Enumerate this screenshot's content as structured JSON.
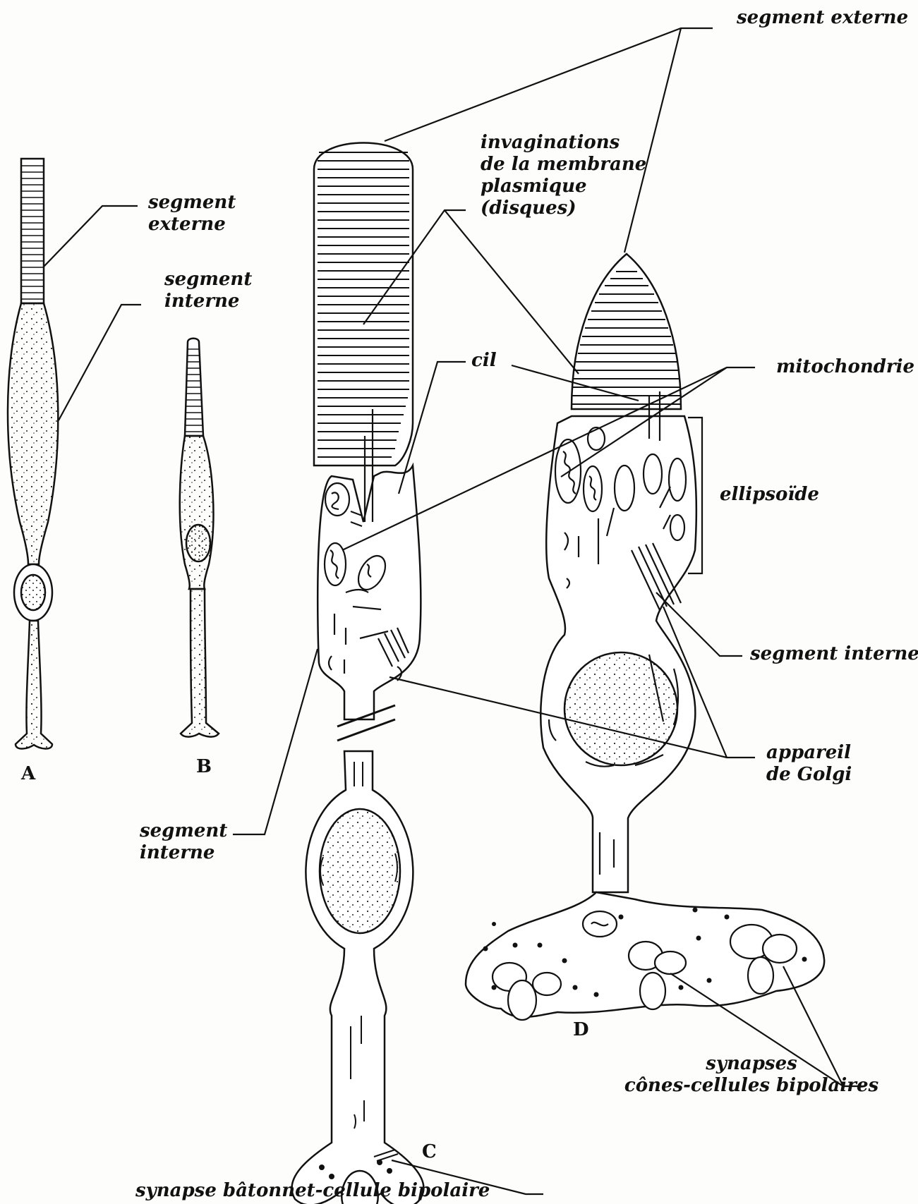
{
  "figure": {
    "panel_letters": [
      "A",
      "B",
      "C",
      "D"
    ],
    "labels": {
      "segment_externe_top": "segment externe",
      "segment_externe_a_1": "segment",
      "segment_externe_a_2": "externe",
      "segment_interne_a_1": "segment",
      "segment_interne_a_2": "interne",
      "invaginations_1": "invaginations",
      "invaginations_2": "de la membrane",
      "invaginations_3": "plasmique",
      "invaginations_4": "(disques)",
      "cil": "cil",
      "mitochondrie": "mitochondrie",
      "ellipsoide": "ellipsoïde",
      "segment_interne_d": "segment interne",
      "appareil_golgi_1": "appareil",
      "appareil_golgi_2": "de Golgi",
      "segment_interne_c_1": "segment",
      "segment_interne_c_2": "interne",
      "synapses_cones_1": "synapses",
      "synapses_cones_2": "cônes-cellules bipolaires",
      "synapse_batonnet": "synapse bâtonnet-cellule bipolaire"
    },
    "colors": {
      "ink": "#111111",
      "paper": "#fdfdfb"
    }
  }
}
